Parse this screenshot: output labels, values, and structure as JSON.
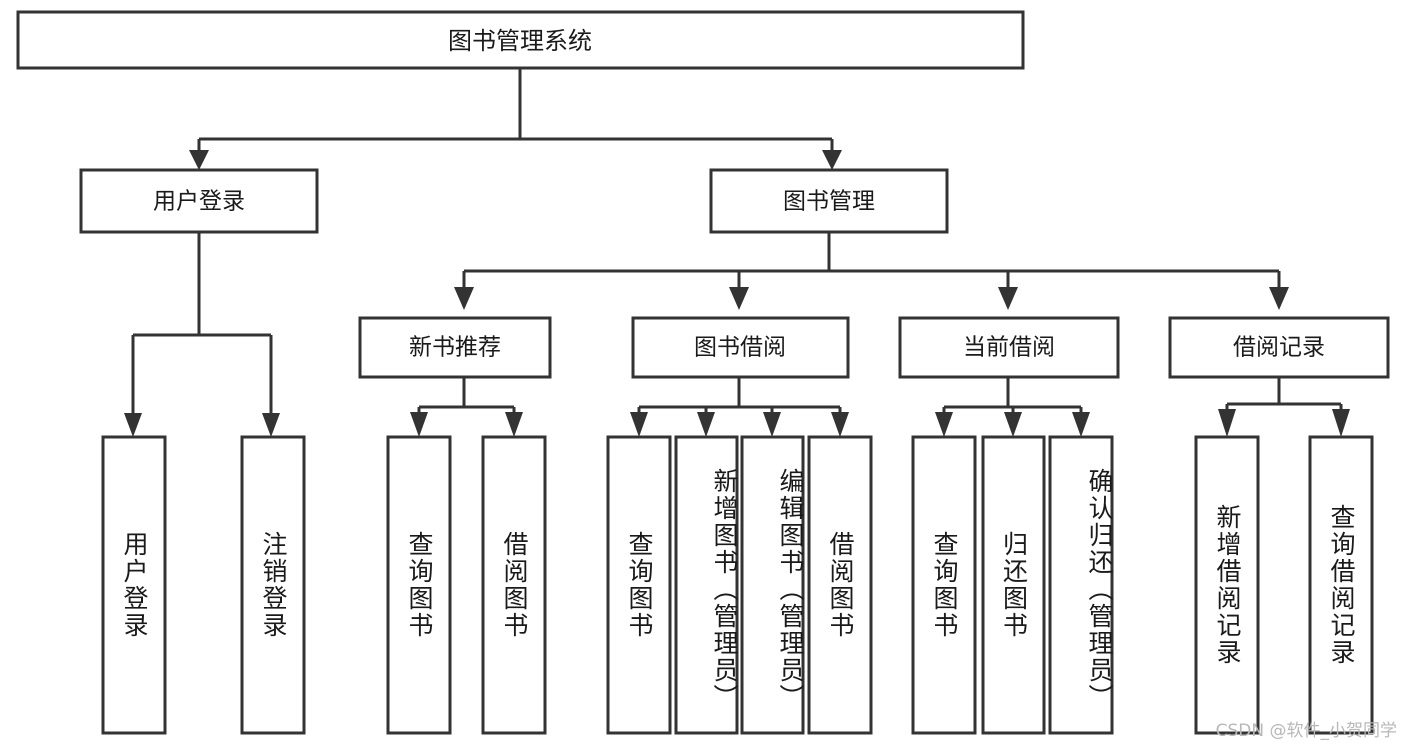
{
  "diagram": {
    "title": "图书管理系统",
    "watermark": "CSDN @软件_小贺同学",
    "colors": {
      "stroke": "#333333",
      "box_fill": "#ffffff",
      "text": "#1a1a1a",
      "background": "#ffffff",
      "watermark": "#b8b8b8"
    },
    "root": {
      "label": "图书管理系统",
      "orientation": "horizontal"
    },
    "level2": [
      {
        "label": "用户登录",
        "orientation": "horizontal"
      },
      {
        "label": "图书管理",
        "orientation": "horizontal"
      }
    ],
    "level3": [
      {
        "label": "新书推荐",
        "orientation": "horizontal"
      },
      {
        "label": "图书借阅",
        "orientation": "horizontal"
      },
      {
        "label": "当前借阅",
        "orientation": "horizontal"
      },
      {
        "label": "借阅记录",
        "orientation": "horizontal"
      }
    ],
    "leaves": {
      "user_login": [
        {
          "label": "用户登录",
          "orientation": "vertical"
        },
        {
          "label": "注销登录",
          "orientation": "vertical"
        }
      ],
      "new_book_recommend": [
        {
          "label": "查询图书",
          "orientation": "vertical"
        },
        {
          "label": "借阅图书",
          "orientation": "vertical"
        }
      ],
      "book_borrow": [
        {
          "label": "查询图书",
          "orientation": "vertical"
        },
        {
          "label": "新增图书（管理员）",
          "orientation": "vertical"
        },
        {
          "label": "编辑图书（管理员）",
          "orientation": "vertical"
        },
        {
          "label": "借阅图书",
          "orientation": "vertical"
        }
      ],
      "current_borrow": [
        {
          "label": "查询图书",
          "orientation": "vertical"
        },
        {
          "label": "归还图书",
          "orientation": "vertical"
        },
        {
          "label": "确认归还（管理员）",
          "orientation": "vertical"
        }
      ],
      "borrow_record": [
        {
          "label": "新增借阅记录",
          "orientation": "vertical"
        },
        {
          "label": "查询借阅记录",
          "orientation": "vertical"
        }
      ]
    }
  }
}
